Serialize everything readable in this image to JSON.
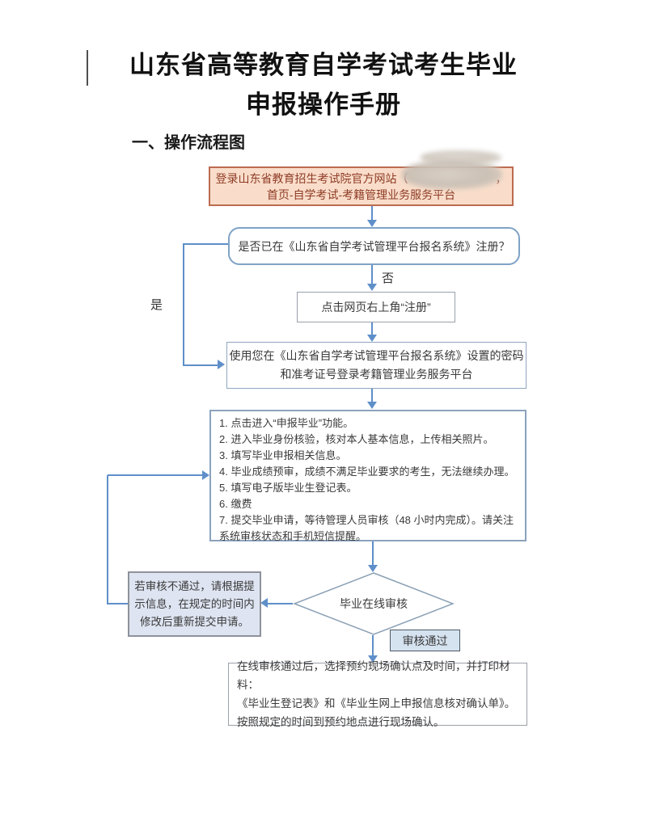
{
  "document": {
    "title_line1": "山东省高等教育自学考试考生毕业",
    "title_line2": "申报操作手册",
    "section_heading": "一、操作流程图"
  },
  "flowchart": {
    "login_box": {
      "line1_prefix": "登录山东省教育招生考试院官方网站（",
      "line1_suffix": "，",
      "line2": "首页-自学考试-考籍管理业务服务平台"
    },
    "decision_registered": "是否已在《山东省自学考试管理平台报名系统》注册？",
    "label_no": "否",
    "label_yes": "是",
    "register_box": "点击网页右上角“注册”",
    "login_platform_box": {
      "line1": "使用您在《山东省自学考试管理平台报名系统》设置的密码",
      "line2": "和准考证号登录考籍管理业务服务平台"
    },
    "steps_box": {
      "items": [
        "1. 点击进入“申报毕业”功能。",
        "2. 进入毕业身份核验，核对本人基本信息，上传相关照片。",
        "3. 填写毕业申报相关信息。",
        "4. 毕业成绩预审，成绩不满足毕业要求的考生，无法继续办理。",
        "5. 填写电子版毕业生登记表。",
        "6. 缴费",
        "7. 提交毕业申请，等待管理人员审核（48 小时内完成）。请关注系统审核状态和手机短信提醒。"
      ]
    },
    "review_diamond": "毕业在线审核",
    "review_fail_box": {
      "line1": "若审核不通过，请根据提",
      "line2": "示信息，在规定的时间内",
      "line3": "修改后重新提交申请。"
    },
    "review_pass_label": "审核通过",
    "final_box": {
      "line1": "在线审核通过后，选择预约现场确认点及时间，并打印材料：",
      "line2": "《毕业生登记表》和《毕业生网上申报信息核对确认单》。",
      "line3": "按照规定的时间到预约地点进行现场确认。"
    }
  },
  "colors": {
    "connector_blue": "#5f8fc9",
    "login_box_fill": "#f9ddca",
    "login_box_border": "#bc6b50",
    "login_box_text": "#8e3c26",
    "decision_border": "#7fa3c7",
    "steps_border": "#8ba3bd",
    "fail_box_fill": "#dee4f1",
    "pass_label_fill": "#d5e2ef",
    "text_dark": "#3a3a3a"
  }
}
